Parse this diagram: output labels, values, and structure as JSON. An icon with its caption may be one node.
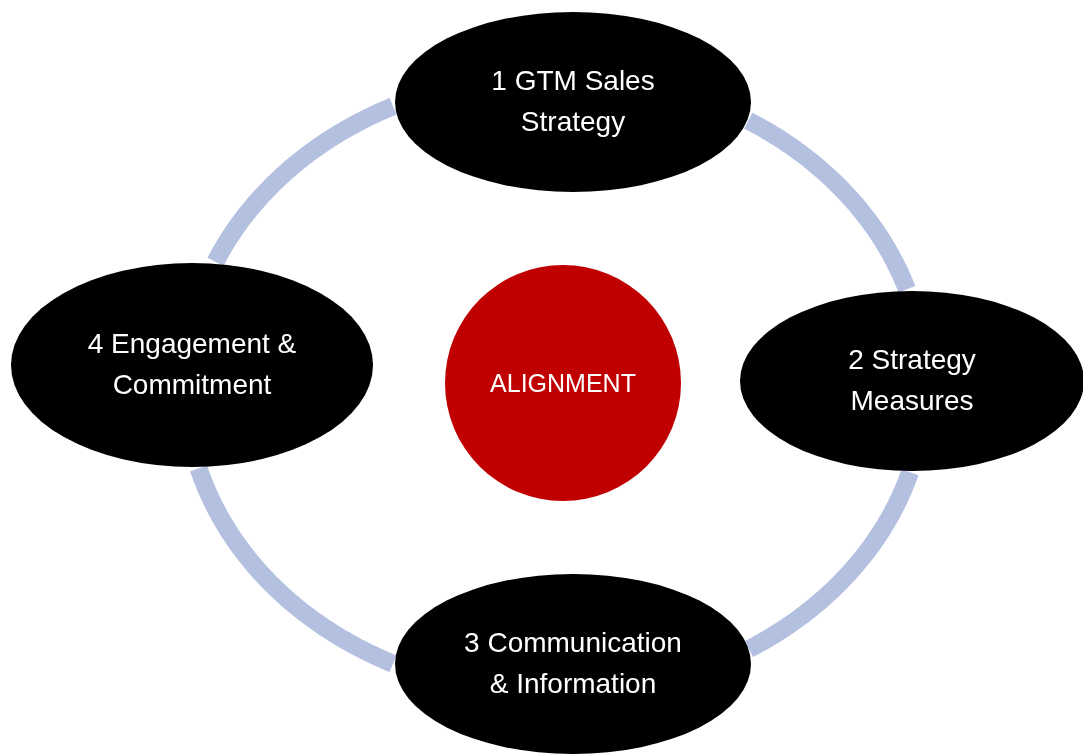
{
  "diagram": {
    "nodes": [
      {
        "text": [
          "1 GTM Sales Strategy"
        ]
      },
      {
        "text": [
          "4 Engagement & Commitment"
        ]
      },
      {
        "text": [
          "ALIGNMENT"
        ]
      },
      {
        "text": [
          "2 Strategy Measures"
        ]
      },
      {
        "text": [
          "3 Communication & Information"
        ]
      }
    ],
    "edges": [
      {
        "from": 0,
        "to": 3,
        "arrow": "none"
      },
      {
        "from": 3,
        "to": 4,
        "arrow": "none"
      },
      {
        "from": 4,
        "to": 1,
        "arrow": "none"
      },
      {
        "from": 1,
        "to": 0,
        "arrow": "none"
      }
    ]
  }
}
